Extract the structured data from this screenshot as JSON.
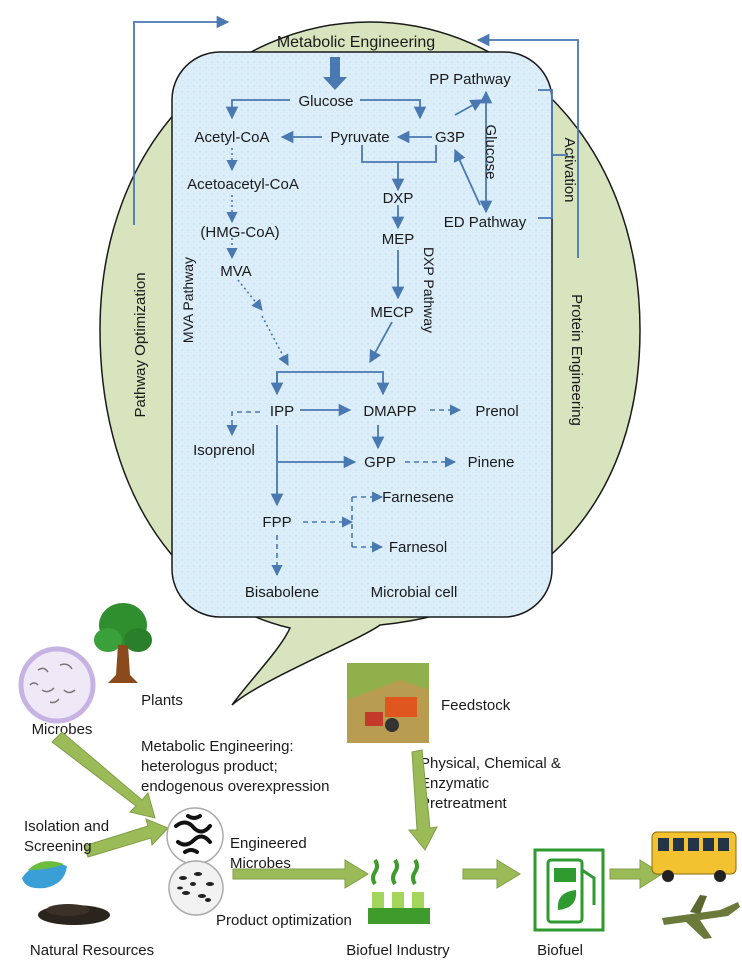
{
  "labels": {
    "metabolic_engineering": "Metabolic Engineering",
    "glucose_top": "Glucose",
    "pp_pathway": "PP Pathway",
    "acetyl_coa": "Acetyl-CoA",
    "pyruvate": "Pyruvate",
    "g3p": "G3P",
    "glucose_side": "Glucose",
    "activation": "Activation",
    "acetoacetyl_coa": "Acetoacetyl-CoA",
    "dxp": "DXP",
    "ed_pathway": "ED Pathway",
    "hmg_coa": "(HMG-CoA)",
    "mep": "MEP",
    "mva": "MVA",
    "mva_pathway": "MVA Pathway",
    "dxp_pathway": "DXP Pathway",
    "mecp": "MECP",
    "pathway_optimization": "Pathway Optimization",
    "protein_engineering": "Protein Engineering",
    "ipp": "IPP",
    "dmapp": "DMAPP",
    "prenol": "Prenol",
    "isoprenol": "Isoprenol",
    "gpp": "GPP",
    "pinene": "Pinene",
    "farnesene": "Farnesene",
    "fpp": "FPP",
    "farnesol": "Farnesol",
    "bisabolene": "Bisabolene",
    "microbial_cell": "Microbial cell",
    "plants": "Plants",
    "microbes": "Microbes",
    "feedstock": "Feedstock",
    "me_line1": "Metabolic Engineering:",
    "me_line2": "heterologus product;",
    "me_line3": "endogenous overexpression",
    "pcp_line1": "Physical, Chemical &",
    "pcp_line2": "Enzymatic",
    "pcp_line3": "Pretreatment",
    "iso_line1": "Isolation and",
    "iso_line2": "Screening",
    "eng_line1": "Engineered",
    "eng_line2": "Microbes",
    "product_optimization": "Product optimization",
    "natural_resources": "Natural Resources",
    "biofuel_industry": "Biofuel Industry",
    "biofuel": "Biofuel"
  },
  "colors": {
    "bubble_fill": "#d7e4bd",
    "bubble_stroke": "#1a1a1a",
    "cell_fill": "#dceefa",
    "arrow_blue": "#4a78b0",
    "arrow_green": "#9bbb59",
    "biofuel_green": "#4caf30"
  },
  "icons": [
    "tree-icon",
    "petri-dish-icon",
    "water-globe-icon",
    "soil-icon",
    "harvester-icon",
    "factory-icon",
    "fuel-pump-icon",
    "bus-icon",
    "airplane-icon"
  ]
}
